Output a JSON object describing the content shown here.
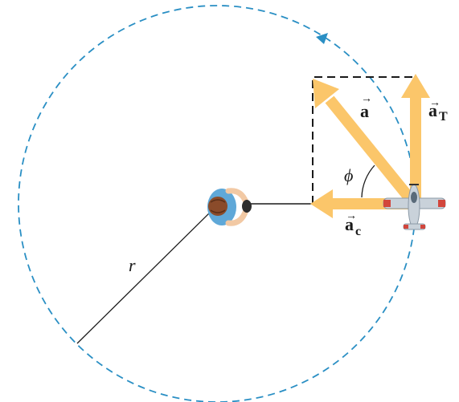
{
  "diagram": {
    "labels": {
      "radius": "r",
      "angle": "ϕ",
      "accel_total_letter": "a",
      "accel_tangential_letter": "a",
      "accel_tangential_sub": "T",
      "accel_centripetal_letter": "a",
      "accel_centripetal_sub": "c",
      "vector_arrow": "→"
    },
    "colors": {
      "path": "#2a8fc4",
      "vector": "#fbc66a",
      "line": "#1a1a1a",
      "dashed_box": "#1a1a1a",
      "person_shirt": "#5fa8d8",
      "person_hair": "#8a4b2a",
      "person_skin": "#f2c9a4",
      "plane_body": "#c9d2da",
      "plane_accent": "#d2463c"
    },
    "icons": {
      "person": "person-top-view-icon",
      "airplane": "airplane-top-view-icon"
    }
  }
}
